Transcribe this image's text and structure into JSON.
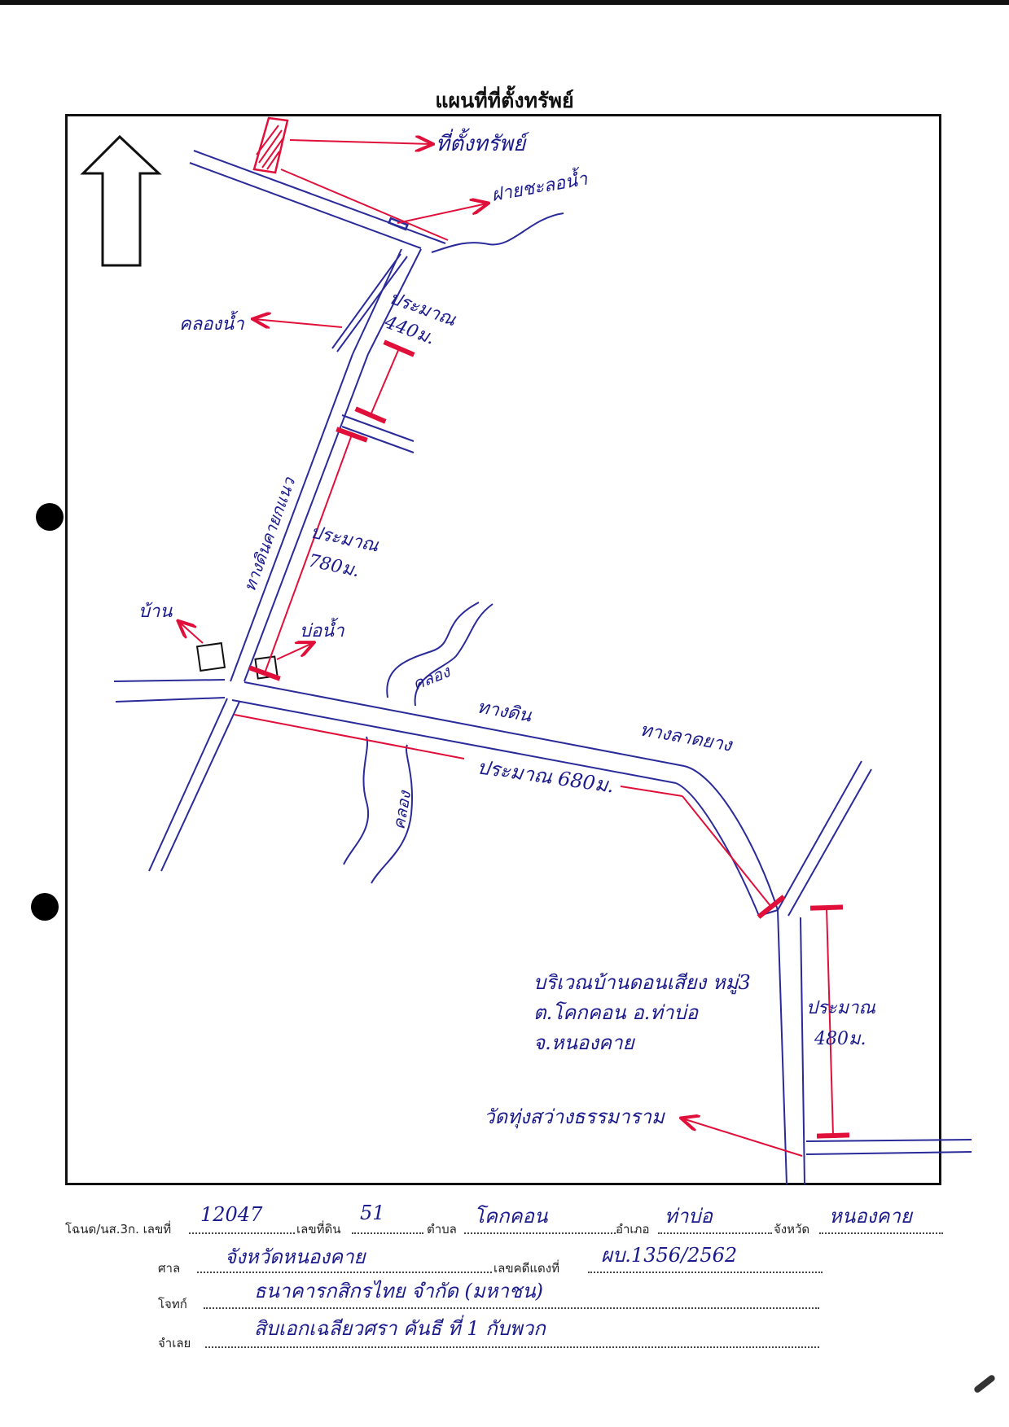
{
  "title": "แผนที่ที่ตั้งทรัพย์",
  "map": {
    "labels": {
      "property": "ที่ตั้งทรัพย์",
      "weir": "ฝายชะลอน้ำ",
      "canal_water": "คลองน้ำ",
      "approx_440": [
        "ประมาณ",
        "440ม."
      ],
      "dirt_road_vertical": "ทางดินคายกแนว",
      "approx_780": [
        "ประมาณ",
        "780ม."
      ],
      "house": "บ้าน",
      "well": "บ่อน้ำ",
      "canal_top": "คลอง",
      "dirt_road": "ทางดิน",
      "asphalt_road": "ทางลาดยาง",
      "approx_680": "ประมาณ 680ม.",
      "canal_bottom": "คลอง",
      "area_desc": [
        "บริเวณบ้านดอนเสียง หมู่3",
        "ต.โคกคอน อ.ท่าบ่อ",
        "จ.หนองคาย"
      ],
      "approx_480": [
        "ประมาณ",
        "480ม."
      ],
      "temple": "วัดทุ่งสว่างธรรมาราม"
    },
    "colors": {
      "road": "#2a2a9a",
      "marker": "#e0103a",
      "ink": "#1a1a8c",
      "black": "#111111"
    }
  },
  "form": {
    "deed_label": "โฉนด/นส.3ก. เลขที่",
    "deed_no": "12047",
    "land_no_label": "เลขที่ดิน",
    "land_no": "51",
    "subdistrict_label": "ตำบล",
    "subdistrict": "โคกคอน",
    "district_label": "อำเภอ",
    "district": "ท่าบ่อ",
    "province_label": "จังหวัด",
    "province": "หนองคาย",
    "court_label": "ศาล",
    "court": "จังหวัดหนองคาย",
    "case_label": "เลขคดีแดงที่",
    "case_no": "ผบ.1356/2562",
    "plaintiff_label": "โจทก์",
    "plaintiff": "ธนาคารกสิกรไทย จำกัด (มหาชน)",
    "defendant_label": "จำเลย",
    "defendant": "สิบเอกเฉลียวศรา คันธี ที่ 1 กับพวก"
  }
}
